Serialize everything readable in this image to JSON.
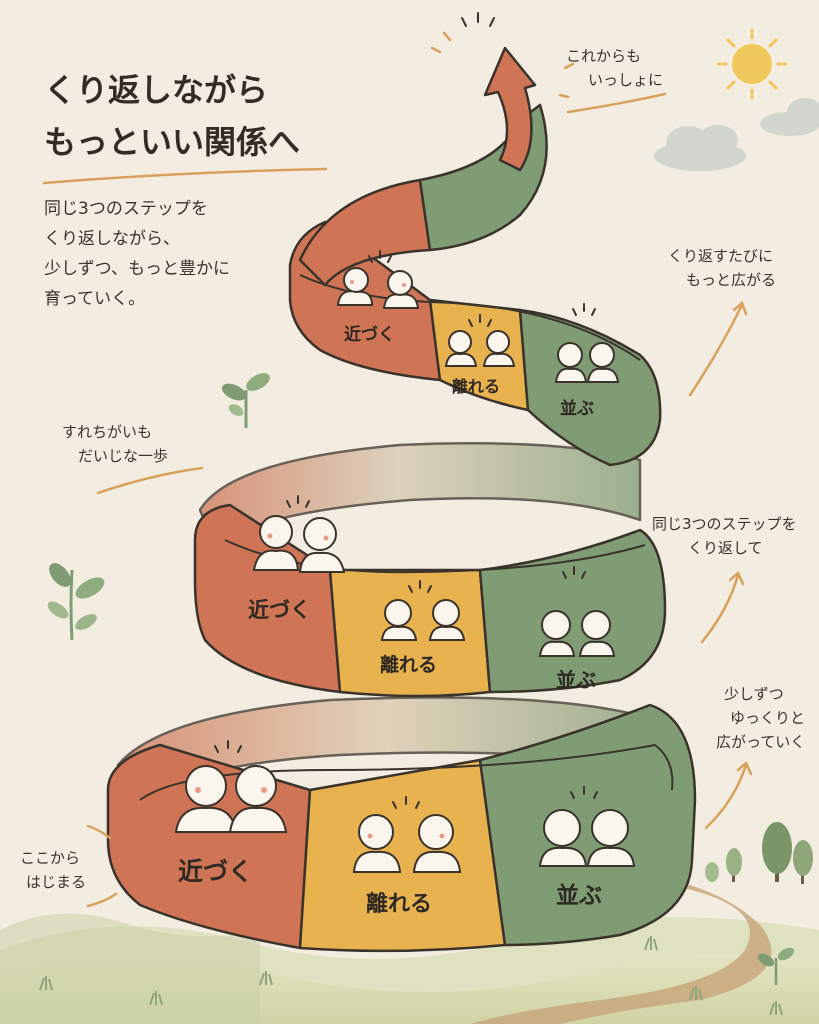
{
  "title": {
    "line1": "くり返しながら",
    "line2": "もっといい関係へ"
  },
  "description": {
    "line1": "同じ3つのステップを",
    "line2": "くり返しながら、",
    "line3": "少しずつ、もっと豊かに",
    "line4": "育っていく。"
  },
  "notes": {
    "top": {
      "line1": "これからも",
      "line2": "いっしょに"
    },
    "repeat_wider": {
      "line1": "くり返すたびに",
      "line2": "もっと広がる"
    },
    "passing": {
      "line1": "すれちがいも",
      "line2": "だいじな一歩"
    },
    "same_steps": {
      "line1": "同じ3つのステップを",
      "line2": "くり返して"
    },
    "slowly": {
      "line1": "少しずつ",
      "line2": "ゆっくりと",
      "line3": "広がっていく"
    },
    "start": {
      "line1": "ここから",
      "line2": "はじまる"
    }
  },
  "steps": {
    "approach": "近づく",
    "separate": "離れる",
    "side_by_side": "並ぶ"
  },
  "colors": {
    "approach": "#cf7556",
    "separate": "#e8b24e",
    "side_by_side": "#7f9c74",
    "background": "#f3ede1",
    "ground": "#d9dcb3",
    "path": "#c9a77c",
    "sun": "#f0c75a"
  }
}
